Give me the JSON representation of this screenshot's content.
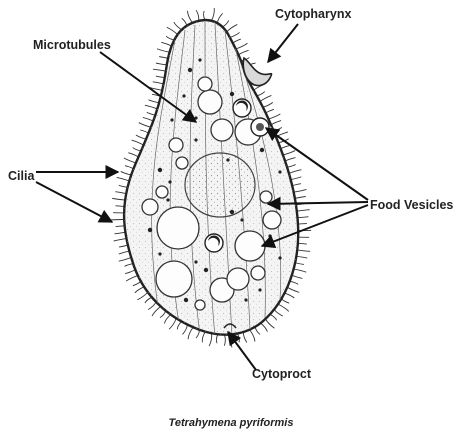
{
  "diagram": {
    "organism_caption": "Tetrahymena pyriformis",
    "labels": {
      "cytopharynx": "Cytopharynx",
      "microtubules": "Microtubules",
      "cilia": "Cilia",
      "food_vesicles": "Food Vesicles",
      "cytoproct": "Cytoproct"
    },
    "colors": {
      "ink": "#222222",
      "background": "#ffffff"
    }
  }
}
